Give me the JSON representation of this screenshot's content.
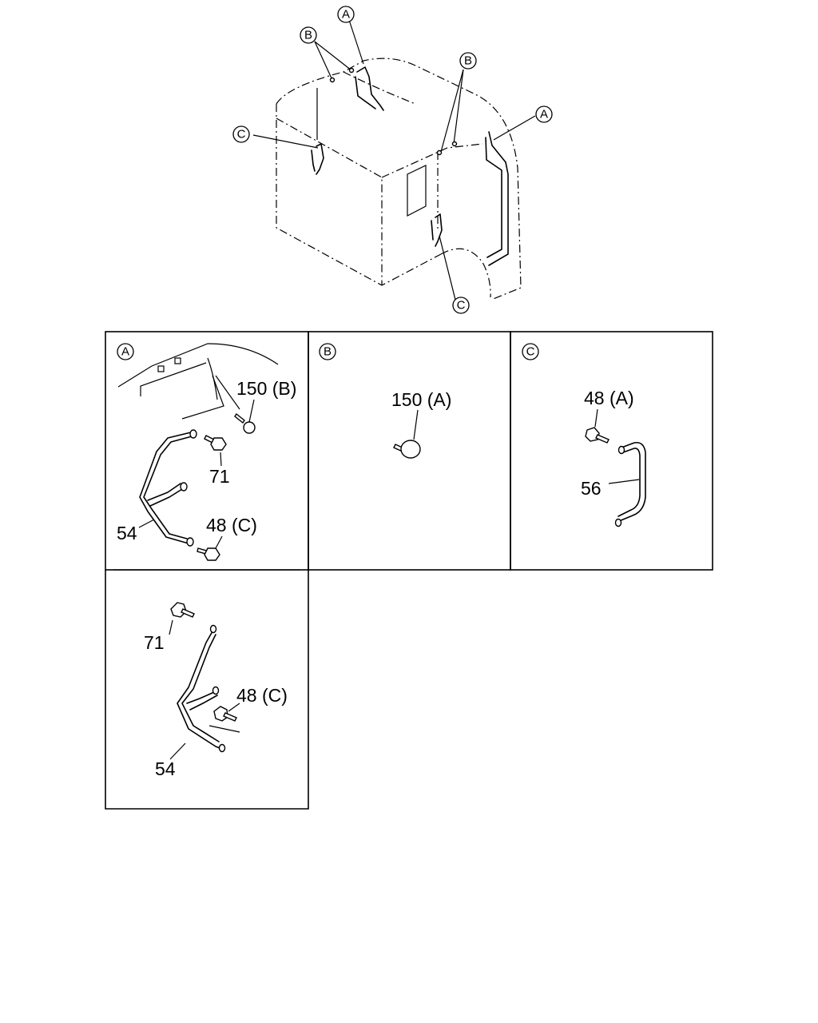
{
  "overview": {
    "callouts": {
      "a_top": "A",
      "b_left": "B",
      "b_right": "B",
      "a_right": "A",
      "c_left": "C",
      "c_bottom": "C"
    }
  },
  "panels": {
    "a": {
      "tag": "A",
      "labels": {
        "bolt_150b": "150 (B)",
        "bolt_71": "71",
        "part_54": "54",
        "bolt_48c": "48 (C)"
      }
    },
    "b": {
      "tag": "B",
      "labels": {
        "plug_150a": "150 (A)"
      }
    },
    "c": {
      "tag": "C",
      "labels": {
        "bolt_48a": "48 (A)",
        "part_56": "56"
      }
    },
    "a_lower": {
      "labels": {
        "bolt_71": "71",
        "bolt_48c": "48 (C)",
        "part_54": "54"
      }
    }
  }
}
